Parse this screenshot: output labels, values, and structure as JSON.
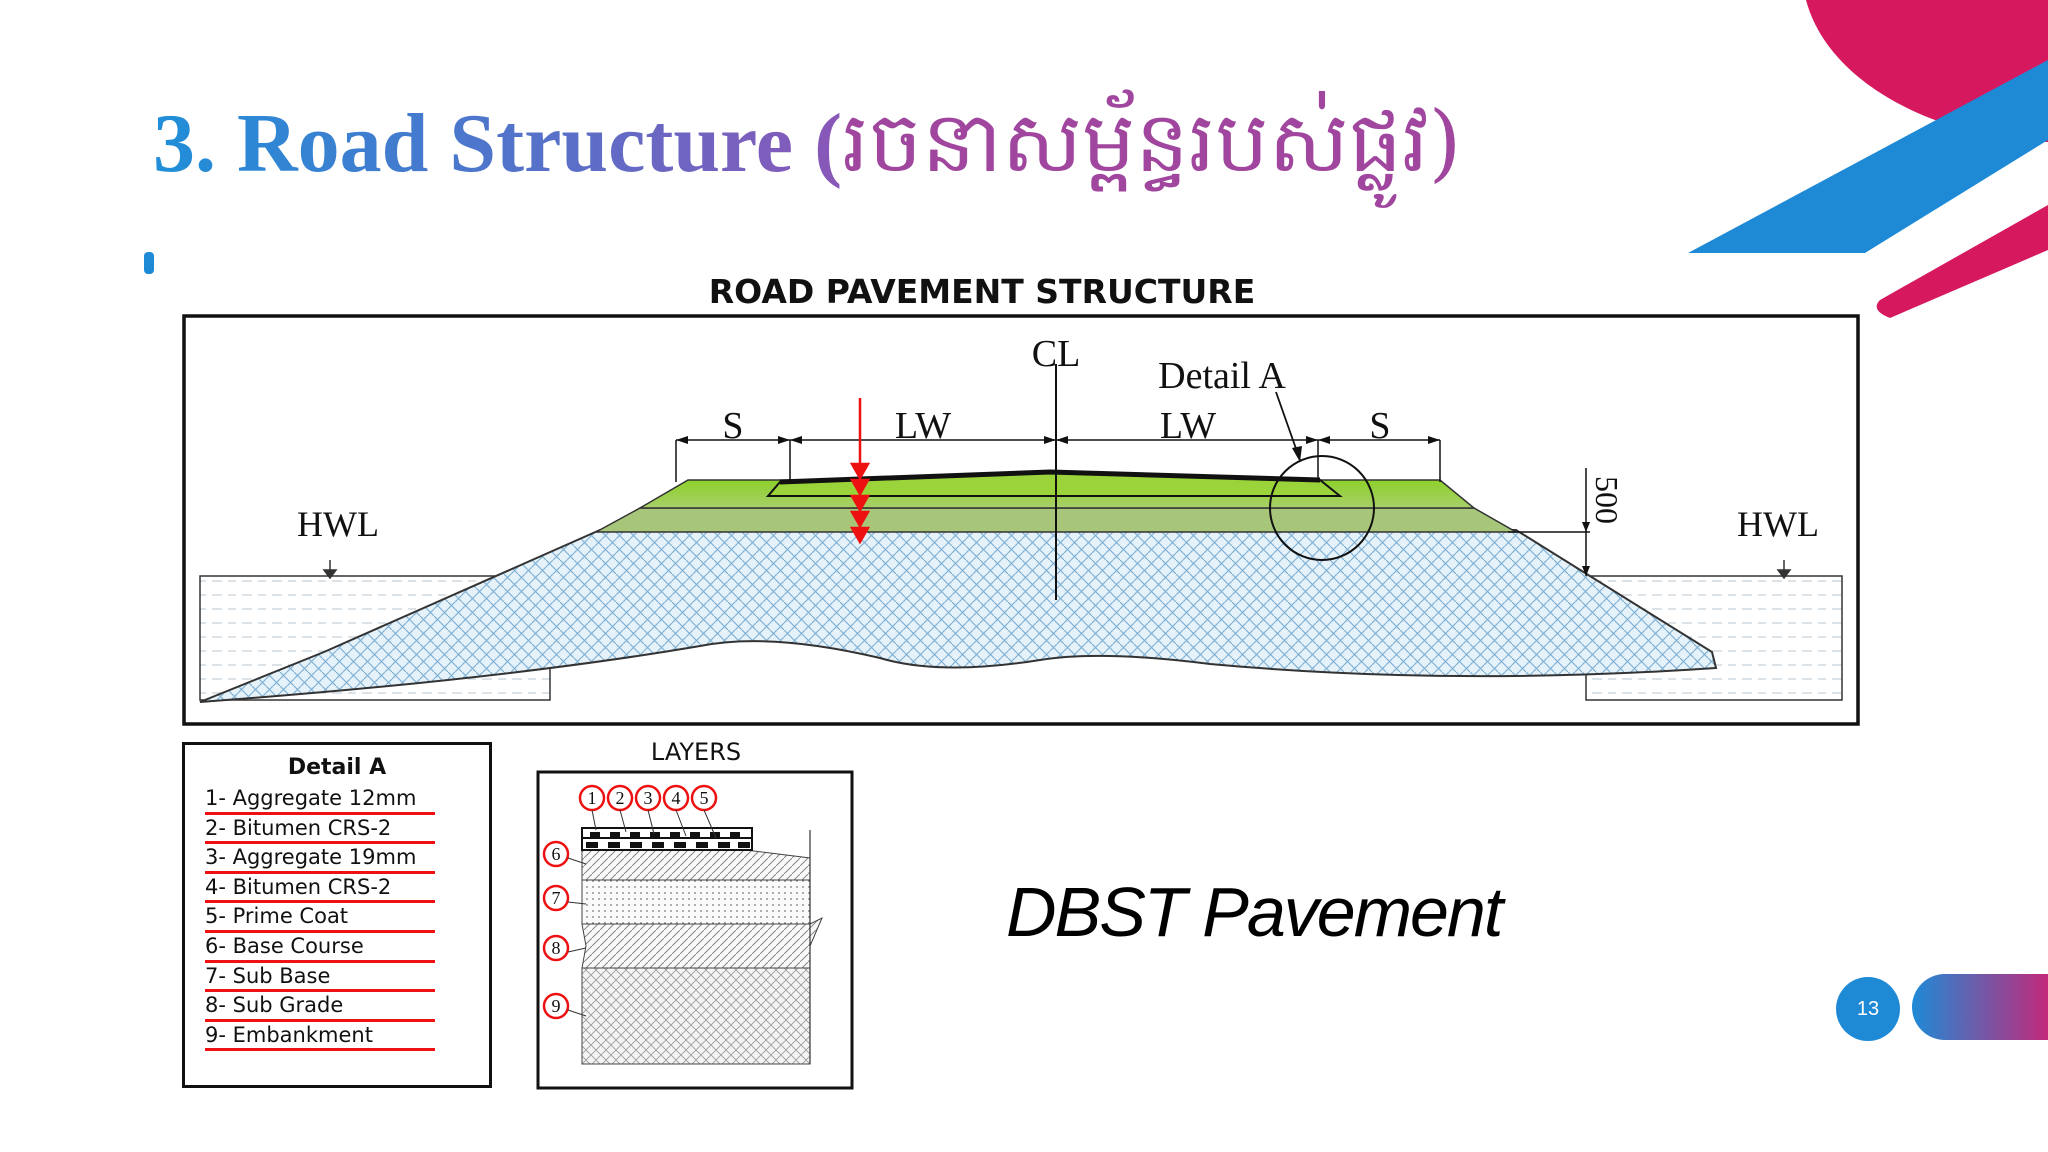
{
  "slide": {
    "title_en": "3. Road Structure (",
    "title_km": "រចនាសម្ព័ន្ធរបស់ផ្លូវ",
    "title_close": ")",
    "page_number": "13",
    "colors": {
      "blue": "#1e8ad6",
      "magenta": "#d6185f",
      "purple": "#8a57b8"
    }
  },
  "diagram": {
    "heading": "ROAD PAVEMENT STRUCTURE",
    "centerline": "CL",
    "detail_callout": "Detail A",
    "shoulder_label": "S",
    "lane_label": "LW",
    "height_label": "500",
    "hwl_label": "HWL"
  },
  "detail": {
    "title": "Detail A",
    "items": [
      "1- Aggregate 12mm",
      "2- Bitumen CRS-2",
      "3- Aggregate 19mm",
      "4- Bitumen CRS-2",
      "5- Prime Coat",
      "6- Base Course",
      "7- Sub Base",
      "8- Sub Grade",
      "9- Embankment"
    ]
  },
  "layers": {
    "title": "LAYERS",
    "numbers": [
      "1",
      "2",
      "3",
      "4",
      "5",
      "6",
      "7",
      "8",
      "9"
    ]
  },
  "caption": "DBST Pavement"
}
